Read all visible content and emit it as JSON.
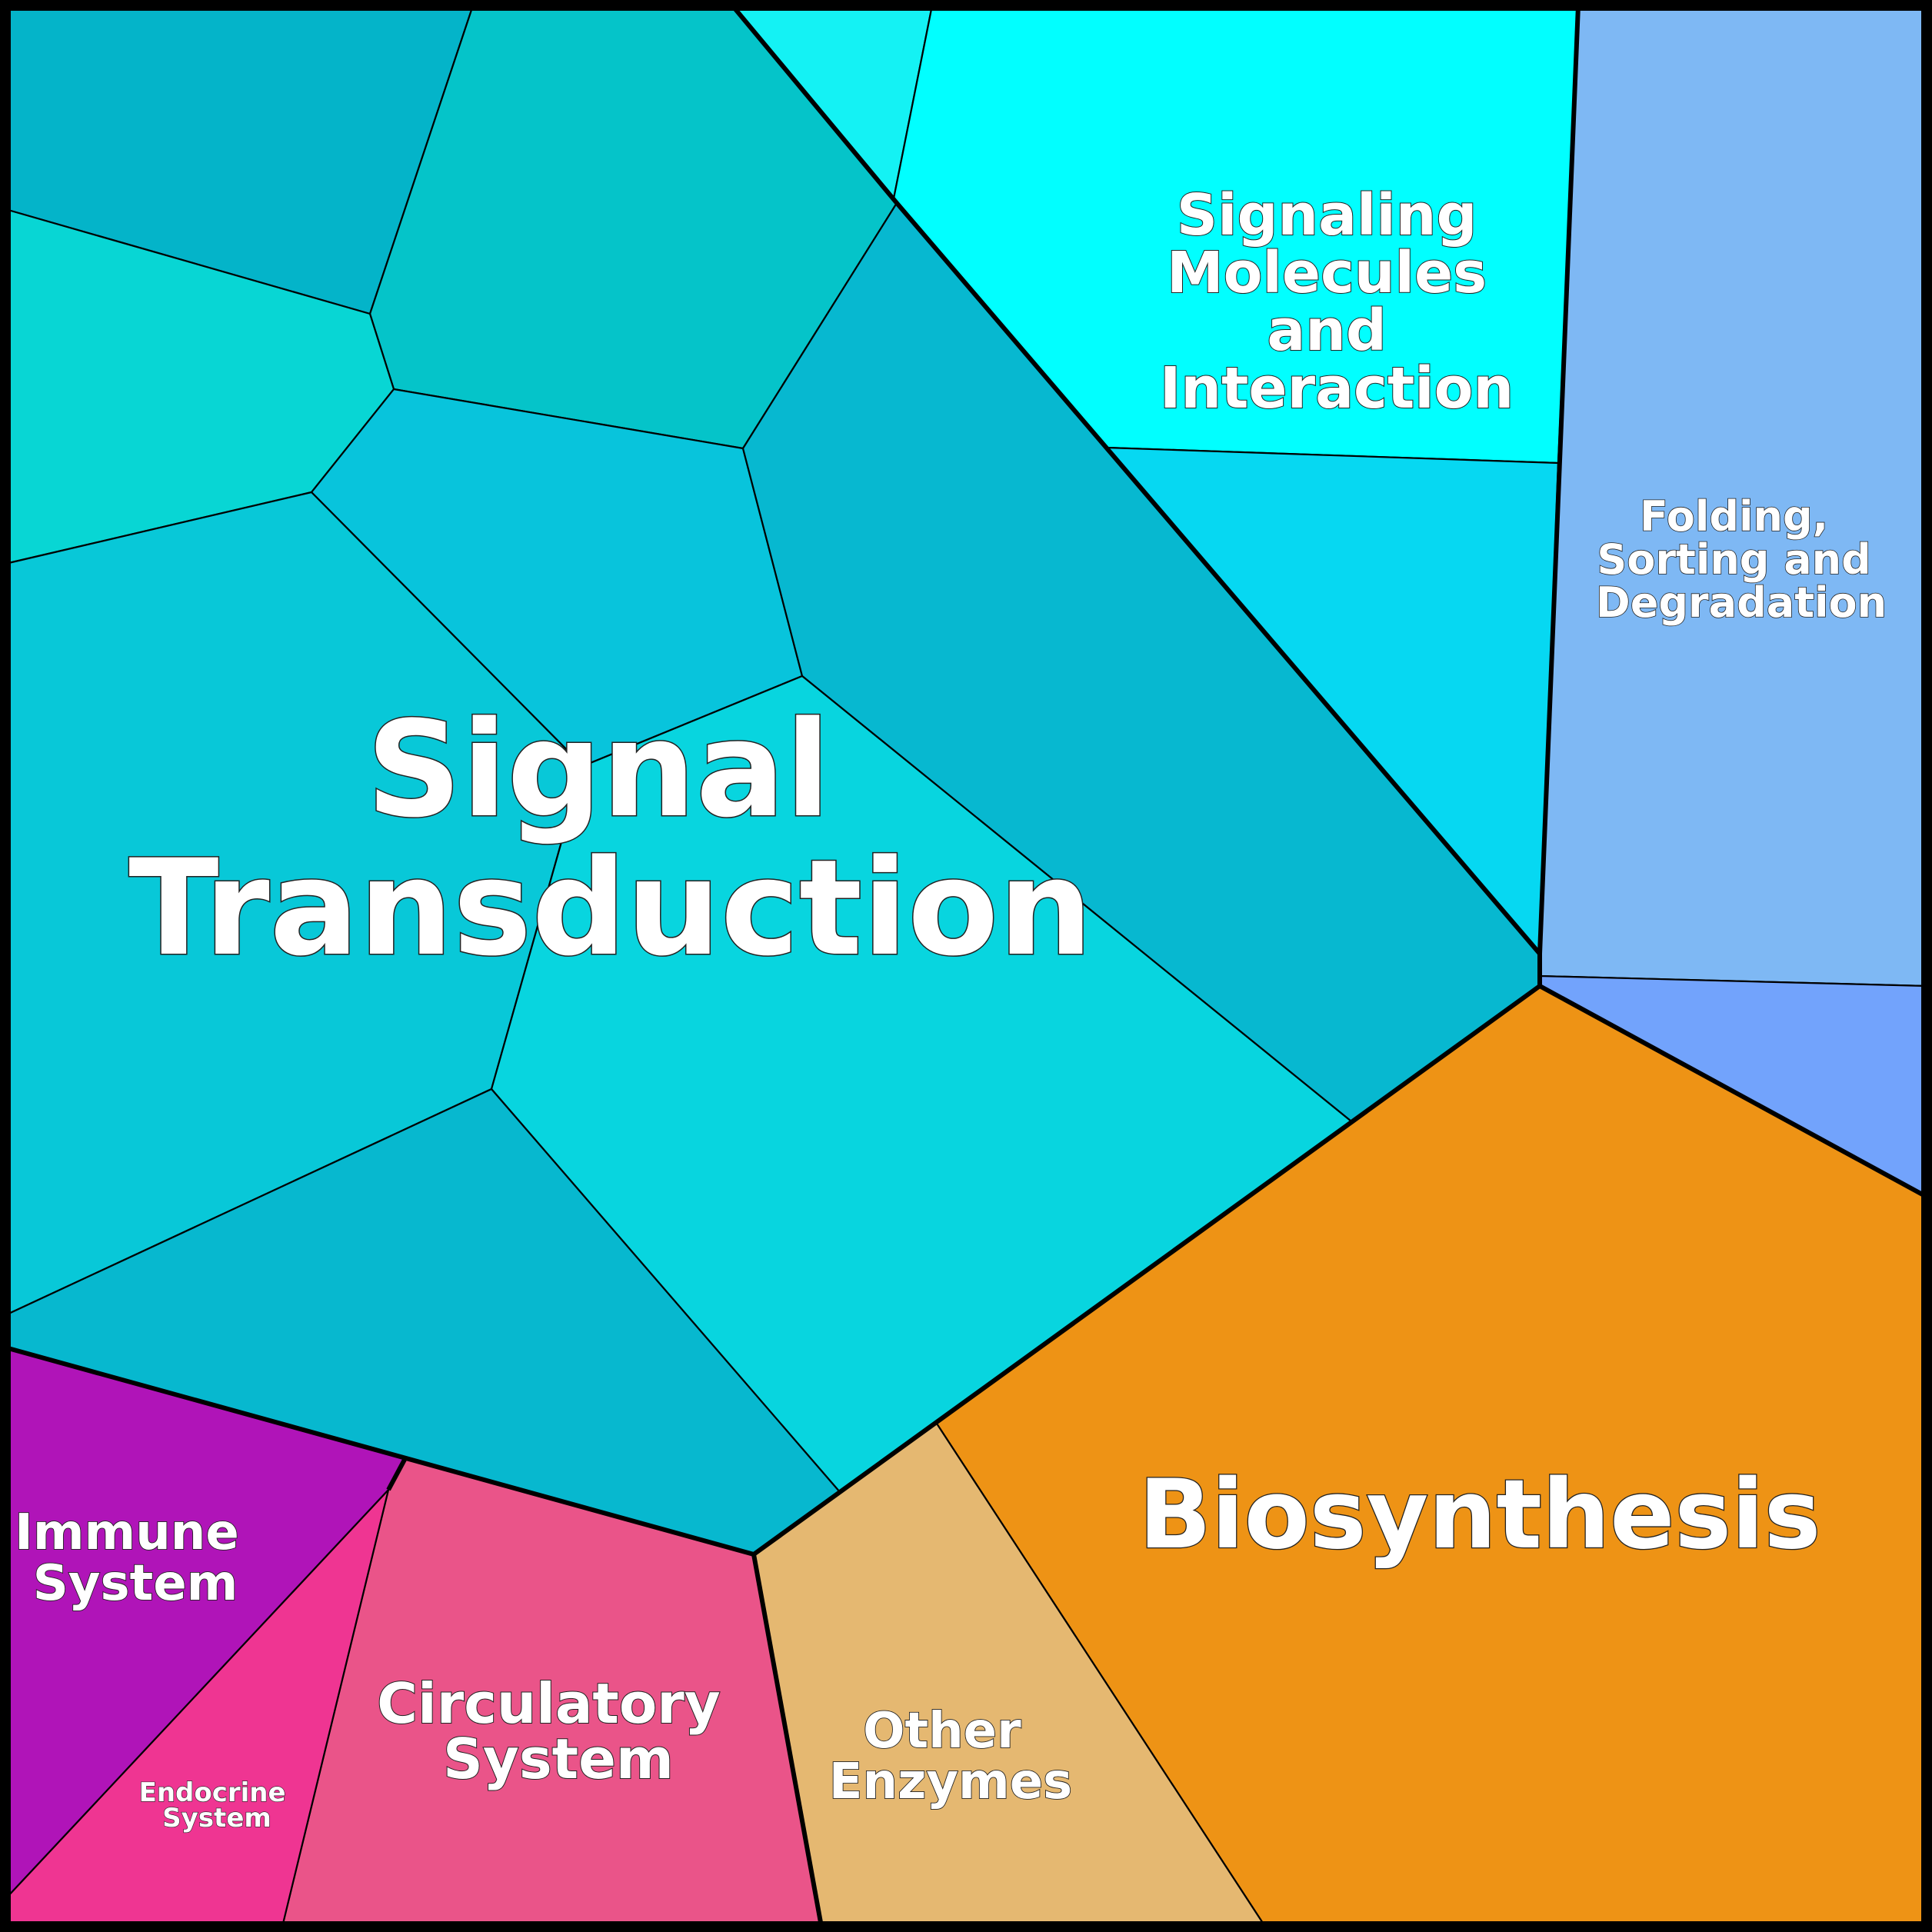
{
  "diagram": {
    "type": "voronoi-treemap",
    "colors": {
      "signal_transduction": [
        "#04b4c9",
        "#05c4c9",
        "#08d6d4",
        "#08c4dc",
        "#07b8d0",
        "#08c8d8",
        "#08d5df",
        "#07b8cf"
      ],
      "signaling_molecules": [
        "#14f2f4",
        "#01ffff",
        "#06d8f2"
      ],
      "folding_sorting": [
        "#7eb8f4",
        "#72a3fc"
      ],
      "biosynthesis": "#ee9315",
      "other_enzymes": "#e5b871",
      "circulatory_system": "#ea5489",
      "endocrine_system": "#ef3592",
      "immune_system": "#b014b8",
      "outline": "#000000",
      "label_text": "#ffffff"
    },
    "labels": {
      "signal_transduction": [
        "Signal",
        "Transduction"
      ],
      "signaling_molecules": [
        "Signaling",
        "Molecules",
        "and",
        "Interaction"
      ],
      "folding_sorting": [
        "Folding,",
        "Sorting and",
        "Degradation"
      ],
      "biosynthesis": [
        "Biosynthesis"
      ],
      "other_enzymes": [
        "Other",
        "Enzymes"
      ],
      "circulatory_system": [
        "Circulatory",
        "System"
      ],
      "endocrine_system": [
        "Endocrine",
        "System"
      ],
      "immune_system": [
        "Immune",
        "System"
      ]
    }
  }
}
